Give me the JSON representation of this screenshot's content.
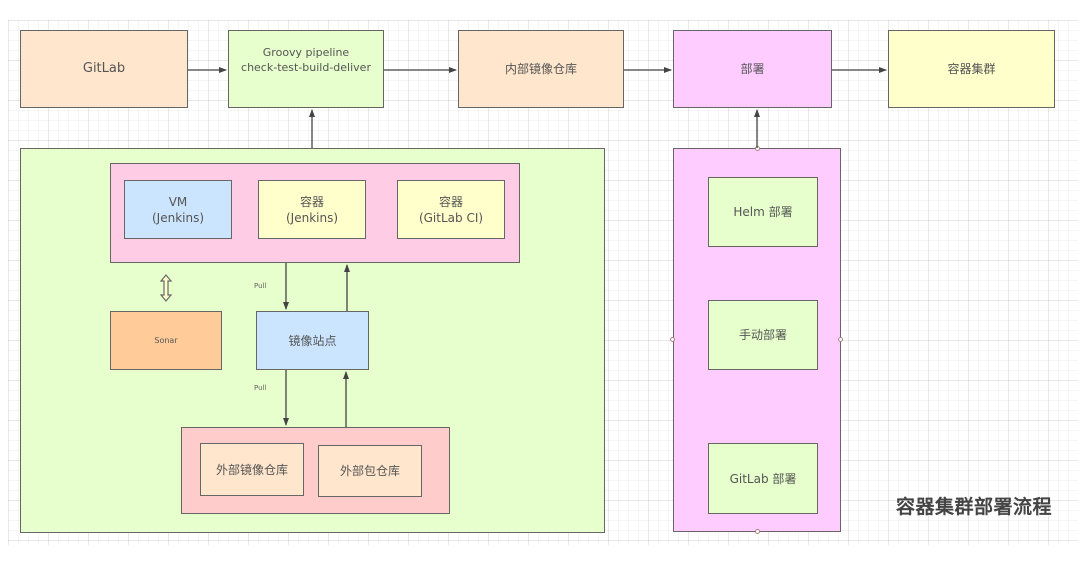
{
  "diagram": {
    "title": "容器集群部署流程",
    "top_row": {
      "gitlab": "GitLab",
      "pipeline": "Groovy pipeline\ncheck-test-build-deliver",
      "internal_registry": "内部镜像仓库",
      "deploy": "部署",
      "cluster": "容器集群"
    },
    "ci_group": {
      "runners": [
        {
          "label": "VM\n(Jenkins)"
        },
        {
          "label": "容器\n(Jenkins)"
        },
        {
          "label": "容器\n(GitLab CI)"
        }
      ],
      "sonar": "Sonar",
      "mirror_site": "镜像站点",
      "pull_label_1": "Pull",
      "pull_label_2": "Pull",
      "external": [
        {
          "label": "外部镜像仓库"
        },
        {
          "label": "外部包仓库"
        }
      ]
    },
    "deploy_methods": [
      {
        "label": "Helm 部署"
      },
      {
        "label": "手动部署"
      },
      {
        "label": "GitLab 部署"
      }
    ],
    "colors": {
      "peach": "#ffe6cc",
      "light_green": "#e6ffcc",
      "violet": "#ffccff",
      "yellow": "#ffffcc",
      "pink": "#ffcce6",
      "blue": "#cce5ff",
      "orange": "#ffcc99",
      "salmon": "#ffcccc"
    }
  }
}
